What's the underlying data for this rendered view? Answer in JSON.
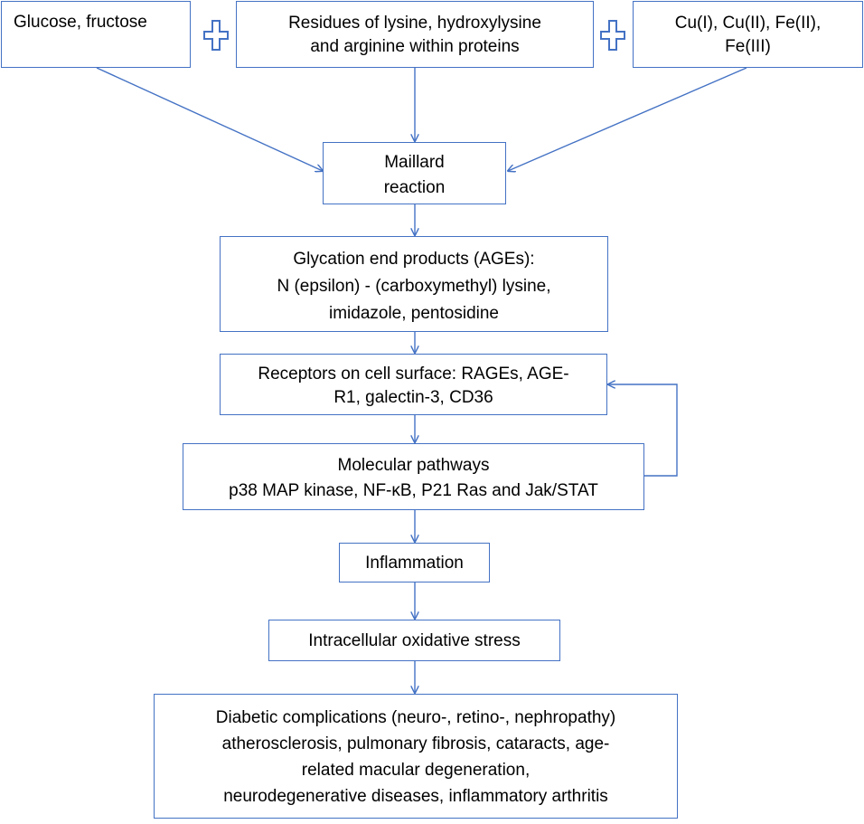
{
  "colors": {
    "stroke": "#4472c4",
    "background": "#ffffff",
    "text": "#000000"
  },
  "icons": {
    "plus_1": "plus-outline-icon",
    "plus_2": "plus-outline-icon"
  },
  "diagram": {
    "inputs": {
      "sugars": {
        "lines": [
          "Glucose, fructose"
        ]
      },
      "residues": {
        "lines": [
          "Residues of lysine, hydroxylysine",
          "and arginine within proteins"
        ]
      },
      "metals": {
        "lines": [
          "Cu(I), Cu(II), Fe(II),",
          "Fe(III)"
        ]
      }
    },
    "steps": {
      "maillard": {
        "lines": [
          "Maillard",
          "reaction"
        ]
      },
      "ages": {
        "lines": [
          "Glycation end products (AGEs):",
          "N (epsilon) - (carboxymethyl) lysine,",
          "imidazole, pentosidine"
        ]
      },
      "receptors": {
        "lines": [
          "Receptors on cell surface: RAGEs, AGE-",
          "R1, galectin-3, CD36"
        ]
      },
      "pathways": {
        "lines": [
          "Molecular pathways",
          "p38 MAP kinase, NF-κB, P21 Ras and Jak/STAT"
        ]
      },
      "inflammation": {
        "lines": [
          "Inflammation"
        ]
      },
      "oxidative_stress": {
        "lines": [
          "Intracellular oxidative stress"
        ]
      },
      "complications": {
        "lines": [
          "Diabetic complications (neuro-, retino-, nephropathy)",
          "atherosclerosis, pulmonary fibrosis, cataracts, age-",
          "related macular degeneration,",
          "neurodegenerative diseases, inflammatory arthritis"
        ]
      }
    }
  }
}
